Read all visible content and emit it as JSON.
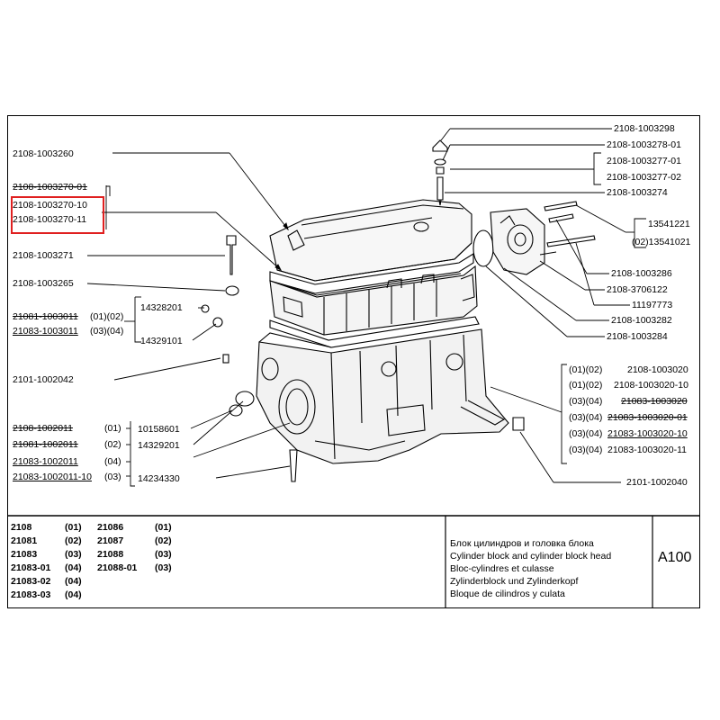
{
  "callouts_left": {
    "c1": "2108-1003260",
    "c2": "2108-1003270-01",
    "c3": "2108-1003270-10",
    "c4": "2108-1003270-11",
    "c5": "2108-1003271",
    "c6": "2108-1003265",
    "c7": "21081-1003011",
    "c7v": "(01)(02)",
    "c8": "21083-1003011",
    "c8v": "(03)(04)",
    "c9": "14328201",
    "c10": "14329101",
    "c11": "2101-1002042",
    "c12": "2108-1002011",
    "c12v": "(01)",
    "c13": "21081-1002011",
    "c13v": "(02)",
    "c14": "21083-1002011",
    "c14v": "(04)",
    "c15": "21083-1002011-10",
    "c15v": "(03)",
    "c16": "10158601",
    "c17": "14329201",
    "c18": "14234330"
  },
  "callouts_right": {
    "r1": "2108-1003298",
    "r2": "2108-1003278-01",
    "r3": "2108-1003277-01",
    "r4": "2108-1003277-02",
    "r5": "2108-1003274",
    "r6": "13541221",
    "r7": "(02)13541021",
    "r8": "2108-1003286",
    "r9": "2108-3706122",
    "r10": "11197773",
    "r11": "2108-1003282",
    "r12": "2108-1003284",
    "r13v": "(01)(02)",
    "r13": "2108-1003020",
    "r14v": "(01)(02)",
    "r14": "2108-1003020-10",
    "r15v": "(03)(04)",
    "r15": "21083-1003020",
    "r16v": "(03)(04)",
    "r16": "21083-1003020-01",
    "r17v": "(03)(04)",
    "r17": "21083-1003020-10",
    "r18v": "(03)(04)",
    "r18": "21083-1003020-11",
    "r19": "2101-1002040"
  },
  "title_block": {
    "models": [
      {
        "model": "2108",
        "code": "(01)",
        "model2": "21086",
        "code2": "(01)"
      },
      {
        "model": "21081",
        "code": "(02)",
        "model2": "21087",
        "code2": "(02)"
      },
      {
        "model": "21083",
        "code": "(03)",
        "model2": "21088",
        "code2": "(03)"
      },
      {
        "model": "21083-01",
        "code": "(04)",
        "model2": "21088-01",
        "code2": "(03)"
      },
      {
        "model": "21083-02",
        "code": "(04)",
        "model2": "",
        "code2": ""
      },
      {
        "model": "21083-03",
        "code": "(04)",
        "model2": "",
        "code2": ""
      }
    ],
    "titles": [
      "Блок цилиндров и головка блока",
      "Cylinder block and cylinder block head",
      "Bloc-cylindres et culasse",
      "Zylinderblock und Zylinderkopf",
      "Bloque de cilindros y culata"
    ],
    "page_id": "A100"
  },
  "colors": {
    "highlight": "#e02020",
    "ink": "#000000"
  }
}
